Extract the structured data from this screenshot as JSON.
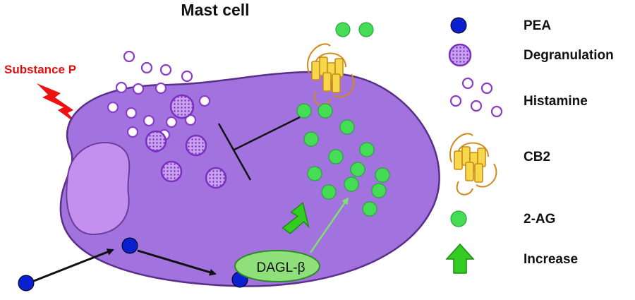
{
  "title": "Mast cell",
  "stimulus": {
    "label": "Substance P",
    "color": "#e01010"
  },
  "enzyme": {
    "label": "DAGL-β",
    "color": "#8fe07a"
  },
  "legend": [
    {
      "key": "pea",
      "label": "PEA",
      "icon": "blue-dot-icon",
      "color": "#0a1fd0"
    },
    {
      "key": "degranulation",
      "label": "Degranulation",
      "icon": "granule-icon",
      "color": "#8a3cc8"
    },
    {
      "key": "histamine",
      "label": "Histamine",
      "icon": "histamine-icon",
      "color": "#8a3cc8"
    },
    {
      "key": "cb2",
      "label": "CB2",
      "icon": "receptor-icon",
      "color": "#d4a020"
    },
    {
      "key": "two_ag",
      "label": "2-AG",
      "icon": "green-dot-icon",
      "color": "#44dd55"
    },
    {
      "key": "increase",
      "label": "Increase",
      "icon": "up-arrow-icon",
      "color": "#33cc22"
    }
  ],
  "colors": {
    "cell_fill": "#a272df",
    "cell_stroke": "#5a2f8a",
    "nucleus_fill": "#c490ef",
    "pea": "#0a1fd0",
    "two_ag": "#44dd55",
    "receptor": "#f2cf3a",
    "receptor_stroke": "#c98a1a",
    "arrow": "#111111"
  }
}
